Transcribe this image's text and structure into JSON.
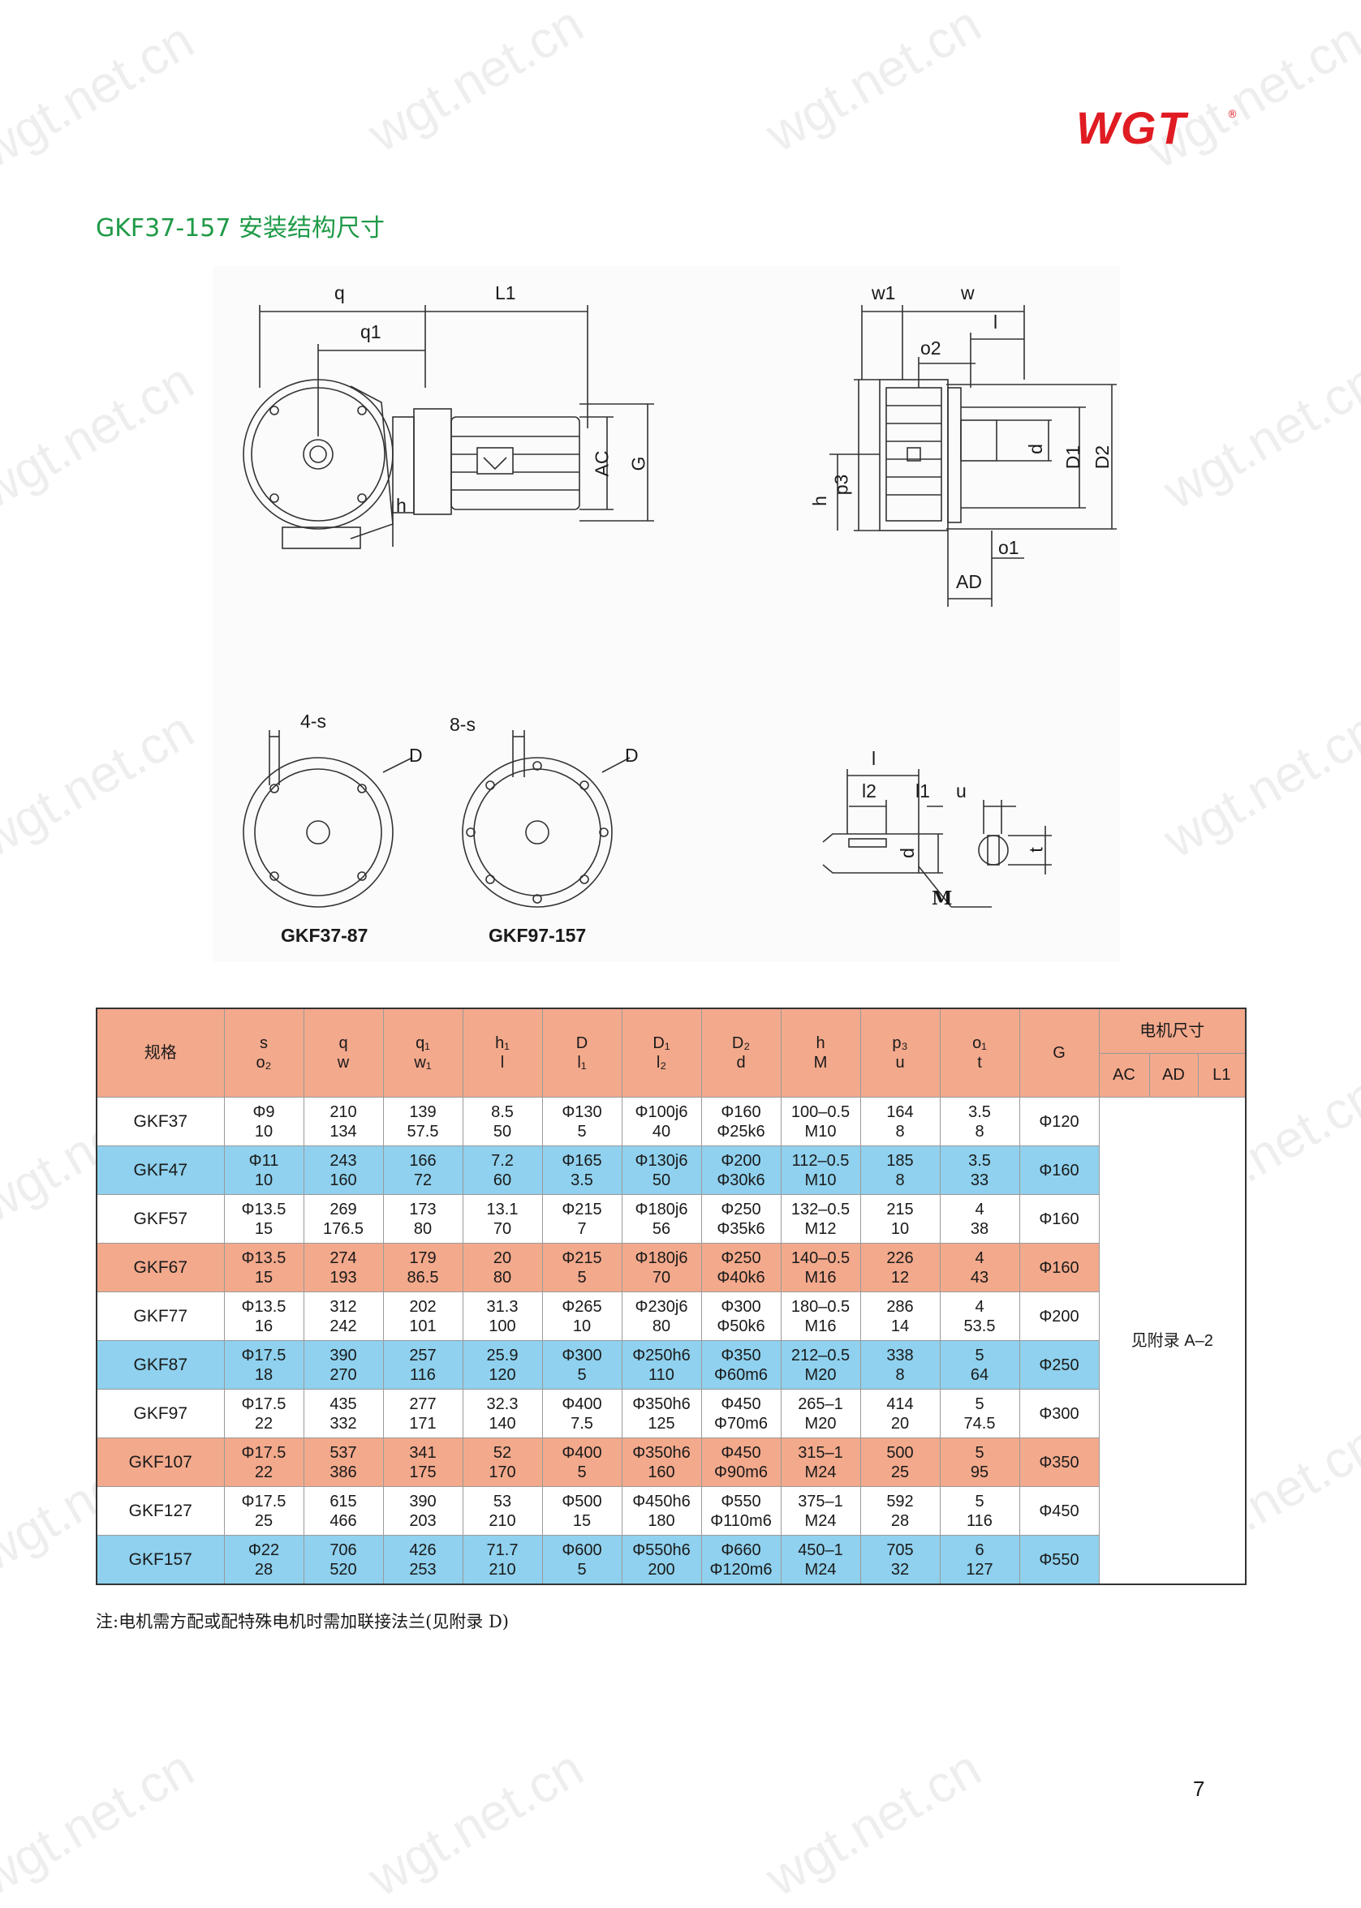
{
  "brand": {
    "logo_text": "WGT",
    "reg_mark": "®",
    "watermark": "wgt.net.cn"
  },
  "title": "GKF37-157 安装结构尺寸",
  "diagram_labels": {
    "left_flange": "GKF37-87",
    "right_flange": "GKF97-157",
    "dims": {
      "q": "q",
      "q1": "q1",
      "L1": "L1",
      "AC": "AC",
      "G": "G",
      "h": "h",
      "w1": "w1",
      "w": "w",
      "l": "l",
      "o2": "o2",
      "d": "d",
      "D1": "D1",
      "D2": "D2",
      "p3": "p3",
      "o1": "o1",
      "AD": "AD",
      "s4": "4-s",
      "s8": "8-s",
      "D": "D",
      "l2": "l2",
      "l1": "l1",
      "u": "u",
      "t": "t",
      "M": "M"
    }
  },
  "table": {
    "header_top": [
      "规格",
      "s",
      "q",
      "q₁",
      "h₁",
      "D",
      "D₁",
      "D₂",
      "h",
      "p₃",
      "o₁",
      "G"
    ],
    "header_bottom": [
      "",
      "o₂",
      "w",
      "w₁",
      "l",
      "l₁",
      "l₂",
      "d",
      "M",
      "u",
      "t",
      ""
    ],
    "motor_group": "电机尺寸",
    "motor_cols": [
      "AC",
      "AD",
      "L1"
    ],
    "motor_value": "见附录 A–2",
    "rows": [
      {
        "style": "white",
        "model": "GKF37",
        "top": [
          "Φ9",
          "210",
          "139",
          "8.5",
          "Φ130",
          "Φ100j6",
          "Φ160",
          "100–0.5",
          "164",
          "3.5"
        ],
        "bottom": [
          "10",
          "134",
          "57.5",
          "50",
          "5",
          "40",
          "Φ25k6",
          "M10",
          "8",
          "8"
        ],
        "G": "Φ120"
      },
      {
        "style": "blue",
        "model": "GKF47",
        "top": [
          "Φ11",
          "243",
          "166",
          "7.2",
          "Φ165",
          "Φ130j6",
          "Φ200",
          "112–0.5",
          "185",
          "3.5"
        ],
        "bottom": [
          "10",
          "160",
          "72",
          "60",
          "3.5",
          "50",
          "Φ30k6",
          "M10",
          "8",
          "33"
        ],
        "G": "Φ160"
      },
      {
        "style": "white",
        "model": "GKF57",
        "top": [
          "Φ13.5",
          "269",
          "173",
          "13.1",
          "Φ215",
          "Φ180j6",
          "Φ250",
          "132–0.5",
          "215",
          "4"
        ],
        "bottom": [
          "15",
          "176.5",
          "80",
          "70",
          "7",
          "56",
          "Φ35k6",
          "M12",
          "10",
          "38"
        ],
        "G": "Φ160"
      },
      {
        "style": "salmon",
        "model": "GKF67",
        "top": [
          "Φ13.5",
          "274",
          "179",
          "20",
          "Φ215",
          "Φ180j6",
          "Φ250",
          "140–0.5",
          "226",
          "4"
        ],
        "bottom": [
          "15",
          "193",
          "86.5",
          "80",
          "5",
          "70",
          "Φ40k6",
          "M16",
          "12",
          "43"
        ],
        "G": "Φ160"
      },
      {
        "style": "white",
        "model": "GKF77",
        "top": [
          "Φ13.5",
          "312",
          "202",
          "31.3",
          "Φ265",
          "Φ230j6",
          "Φ300",
          "180–0.5",
          "286",
          "4"
        ],
        "bottom": [
          "16",
          "242",
          "101",
          "100",
          "10",
          "80",
          "Φ50k6",
          "M16",
          "14",
          "53.5"
        ],
        "G": "Φ200"
      },
      {
        "style": "blue",
        "model": "GKF87",
        "top": [
          "Φ17.5",
          "390",
          "257",
          "25.9",
          "Φ300",
          "Φ250h6",
          "Φ350",
          "212–0.5",
          "338",
          "5"
        ],
        "bottom": [
          "18",
          "270",
          "116",
          "120",
          "5",
          "110",
          "Φ60m6",
          "M20",
          "8",
          "64"
        ],
        "G": "Φ250"
      },
      {
        "style": "white",
        "model": "GKF97",
        "top": [
          "Φ17.5",
          "435",
          "277",
          "32.3",
          "Φ400",
          "Φ350h6",
          "Φ450",
          "265–1",
          "414",
          "5"
        ],
        "bottom": [
          "22",
          "332",
          "171",
          "140",
          "7.5",
          "125",
          "Φ70m6",
          "M20",
          "20",
          "74.5"
        ],
        "G": "Φ300"
      },
      {
        "style": "salmon",
        "model": "GKF107",
        "top": [
          "Φ17.5",
          "537",
          "341",
          "52",
          "Φ400",
          "Φ350h6",
          "Φ450",
          "315–1",
          "500",
          "5"
        ],
        "bottom": [
          "22",
          "386",
          "175",
          "170",
          "5",
          "160",
          "Φ90m6",
          "M24",
          "25",
          "95"
        ],
        "G": "Φ350"
      },
      {
        "style": "white",
        "model": "GKF127",
        "top": [
          "Φ17.5",
          "615",
          "390",
          "53",
          "Φ500",
          "Φ450h6",
          "Φ550",
          "375–1",
          "592",
          "5"
        ],
        "bottom": [
          "25",
          "466",
          "203",
          "210",
          "15",
          "180",
          "Φ110m6",
          "M24",
          "28",
          "116"
        ],
        "G": "Φ450"
      },
      {
        "style": "blue",
        "model": "GKF157",
        "top": [
          "Φ22",
          "706",
          "426",
          "71.7",
          "Φ600",
          "Φ550h6",
          "Φ660",
          "450–1",
          "705",
          "6"
        ],
        "bottom": [
          "28",
          "520",
          "253",
          "210",
          "5",
          "200",
          "Φ120m6",
          "M24",
          "32",
          "127"
        ],
        "G": "Φ550"
      }
    ]
  },
  "note": "注:电机需方配或配特殊电机时需加联接法兰(见附录 D)",
  "page_number": "7"
}
